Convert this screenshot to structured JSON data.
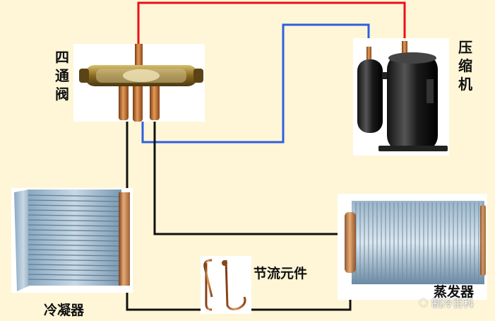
{
  "labels": {
    "four_way_valve": "四通阀",
    "compressor": "压缩机",
    "throttle": "节流元件",
    "condenser": "冷凝器",
    "evaporator": "蒸发器"
  },
  "watermark": "制冷百科",
  "colors": {
    "background": "#fef6d6",
    "high_pressure_line": "#e8101a",
    "low_pressure_line": "#2f5fe0",
    "connection_line": "#111111"
  }
}
